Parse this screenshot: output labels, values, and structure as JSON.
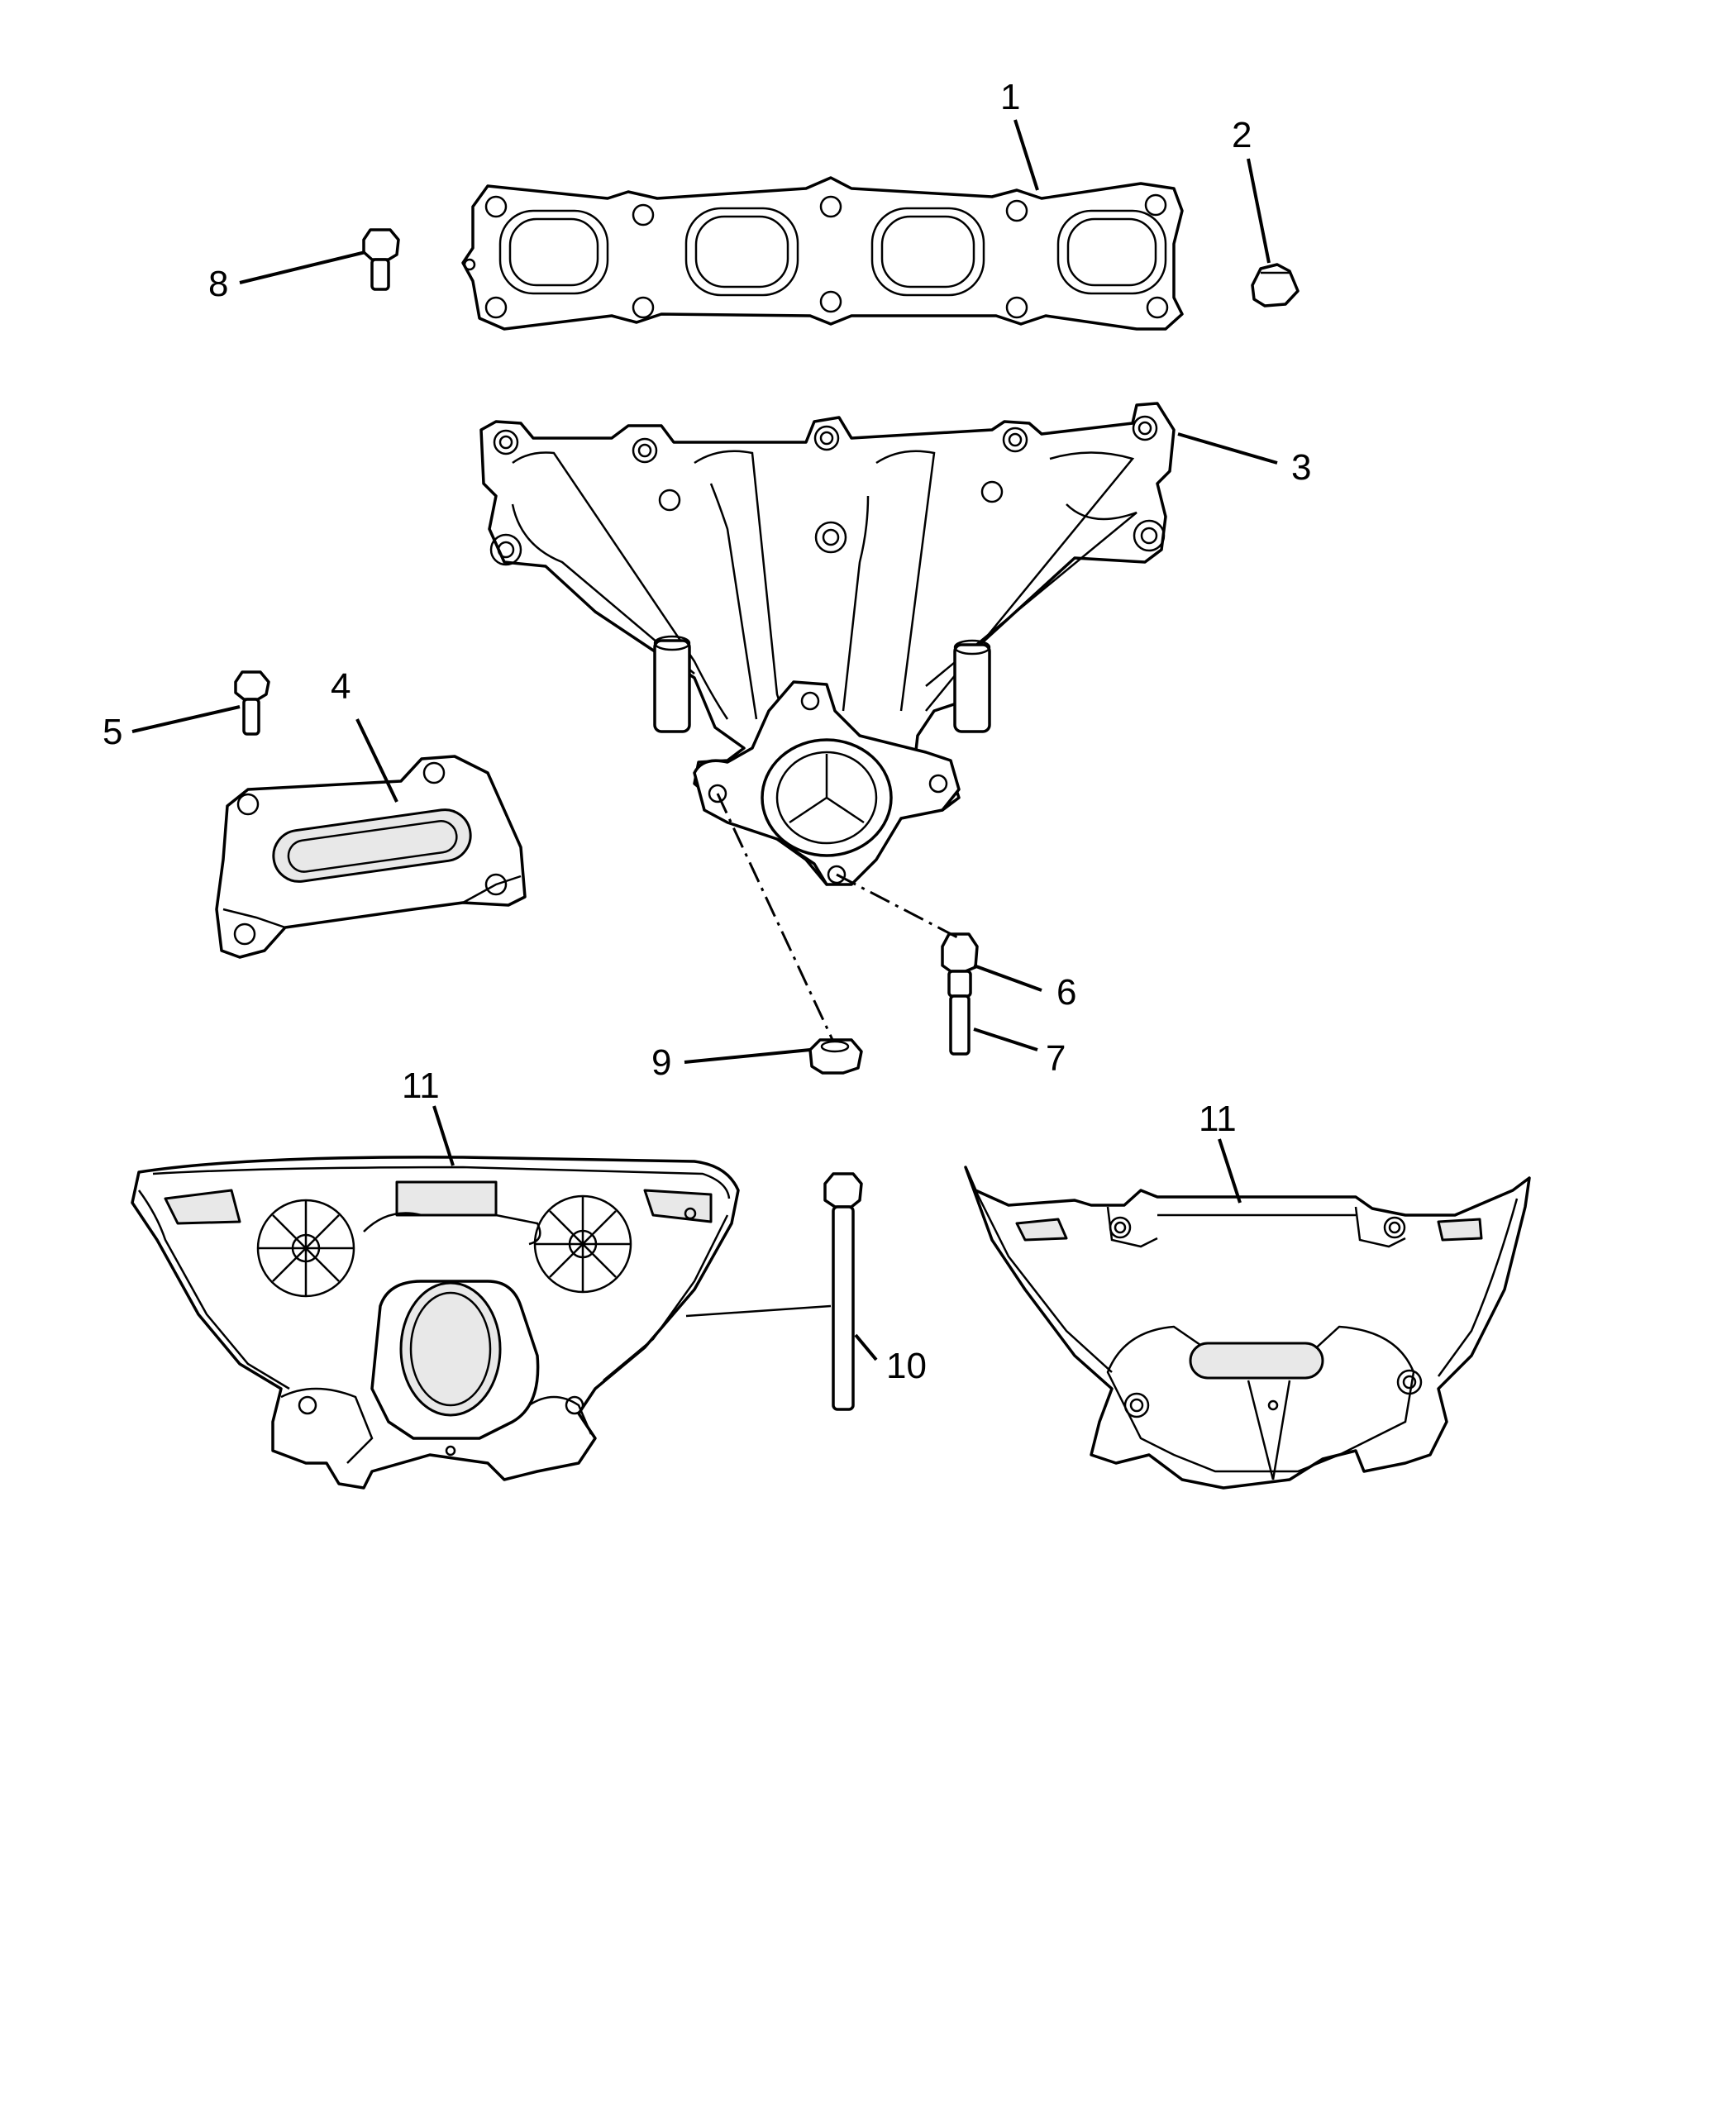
{
  "diagram": {
    "callouts": [
      {
        "id": "1",
        "label": "1"
      },
      {
        "id": "2",
        "label": "2"
      },
      {
        "id": "3",
        "label": "3"
      },
      {
        "id": "4",
        "label": "4"
      },
      {
        "id": "5",
        "label": "5"
      },
      {
        "id": "6",
        "label": "6"
      },
      {
        "id": "7",
        "label": "7"
      },
      {
        "id": "8",
        "label": "8"
      },
      {
        "id": "9",
        "label": "9"
      },
      {
        "id": "10",
        "label": "10"
      },
      {
        "id": "11a",
        "label": "11"
      },
      {
        "id": "11b",
        "label": "11"
      }
    ]
  }
}
